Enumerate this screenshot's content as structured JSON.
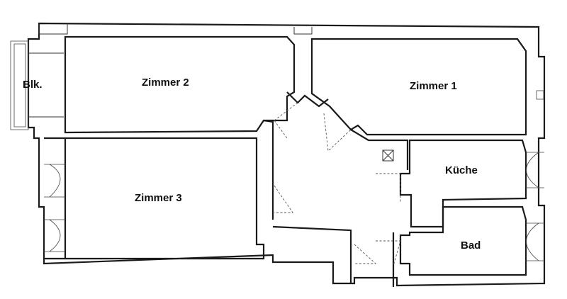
{
  "rooms": {
    "balcony": "Blk.",
    "room2": "Zimmer 2",
    "room1": "Zimmer 1",
    "room3": "Zimmer 3",
    "kitchen": "Küche",
    "bath": "Bad"
  },
  "colors": {
    "wall": "#1a1a1a",
    "background": "#ffffff"
  }
}
